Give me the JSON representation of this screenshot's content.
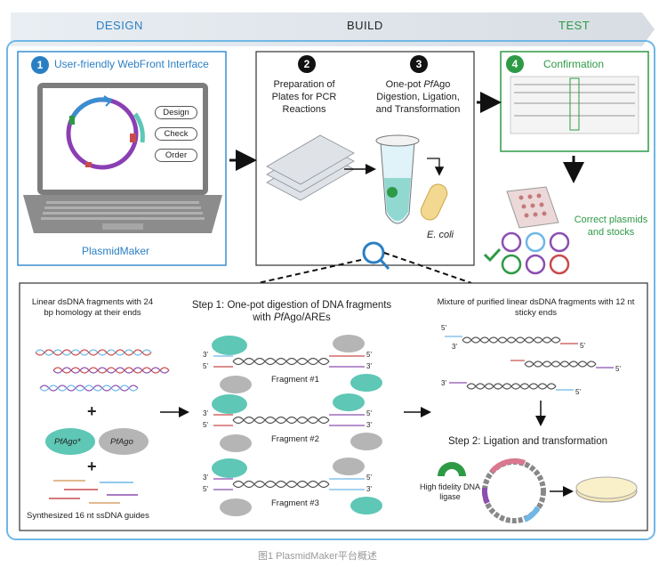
{
  "phases": {
    "design": "DESIGN",
    "build": "BUILD",
    "test": "TEST"
  },
  "design": {
    "num": "1",
    "title": "User-friendly WebFront Interface",
    "buttons": [
      "Design",
      "Check",
      "Order"
    ],
    "footer": "PlasmidMaker"
  },
  "build": {
    "step2": {
      "num": "2",
      "text": "Preparation of Plates for PCR Reactions"
    },
    "step3": {
      "num": "3",
      "line1": "One-pot ",
      "pf": "Pf",
      "ago": "Ago",
      "line2": "Digestion, Ligation,",
      "line3": "and Transformation"
    },
    "ecoli": "E. coli"
  },
  "test": {
    "num": "4",
    "title": "Confirmation",
    "result": "Correct plasmids and stocks"
  },
  "bottom": {
    "linear_title": "Linear dsDNA fragments with 24 bp homology at their ends",
    "plus": "+",
    "pfago_star": "PfAgo*",
    "pfago": "PfAgo",
    "guides": "Synthesized 16 nt ssDNA guides",
    "step1_a": "Step 1: One-pot digestion of DNA fragments",
    "step1_b_pre": "with ",
    "step1_b_pf": "Pf",
    "step1_b_post": "Ago/AREs",
    "fragments": [
      "Fragment #1",
      "Fragment #2",
      "Fragment #3"
    ],
    "end3": "3'",
    "end5": "5'",
    "mixture": "Mixture of purified linear dsDNA fragments with 12 nt sticky ends",
    "step2": "Step 2: Ligation and transformation",
    "ligase": "High fidelity DNA ligase"
  },
  "caption": "图1 PlasmidMaker平台概述",
  "colors": {
    "blue": "#2a7fc4",
    "green": "#2e9a45",
    "teal": "#5ec7b6",
    "grey": "#b5b5b5",
    "red": "#c94b4b",
    "purple": "#8b4fb0"
  }
}
